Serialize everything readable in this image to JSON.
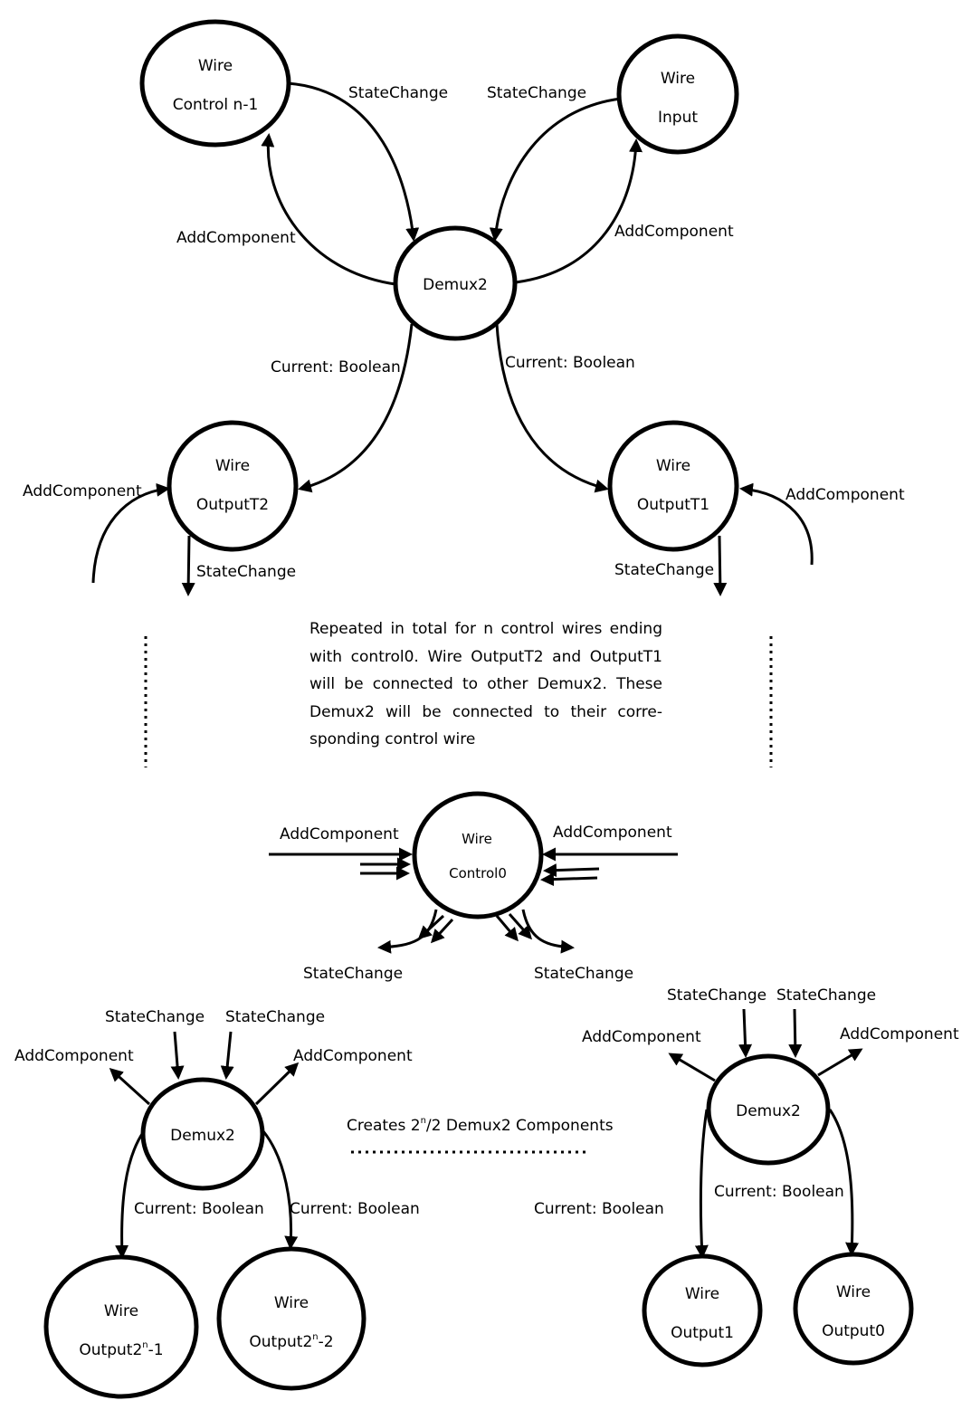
{
  "edge_labels": {
    "state_change": "StateChange",
    "add_component": "AddComponent",
    "current_boolean": "Current: Boolean"
  },
  "nodes": {
    "control_n1": {
      "line1": "Wire",
      "line2": "Control n-1"
    },
    "input": {
      "line1": "Wire",
      "line2": "Input"
    },
    "demux_top": {
      "line1": "Demux2"
    },
    "output_t2": {
      "line1": "Wire",
      "line2": "OutputT2"
    },
    "output_t1": {
      "line1": "Wire",
      "line2": "OutputT1"
    },
    "control0": {
      "line1": "Wire",
      "line2": "Control0"
    },
    "demux_left": {
      "line1": "Demux2"
    },
    "demux_right": {
      "line1": "Demux2"
    },
    "output_2n_1": {
      "line1": "Wire",
      "line2_prefix": "Output2",
      "line2_sup": "n",
      "line2_suffix": "-1"
    },
    "output_2n_2": {
      "line1": "Wire",
      "line2_prefix": "Output2",
      "line2_sup": "n",
      "line2_suffix": "-2"
    },
    "output1": {
      "line1": "Wire",
      "line2": "Output1"
    },
    "output0": {
      "line1": "Wire",
      "line2": "Output0"
    }
  },
  "note": "Repeated in total for n control wires ending with control0. Wire OutputT2 and OutputT1 will be connected to other Demux2. These Demux2 will be connected to their corre-sponding control wire",
  "creates": {
    "prefix": "Creates 2",
    "sup": "n",
    "suffix": "/2 Demux2 Components"
  }
}
